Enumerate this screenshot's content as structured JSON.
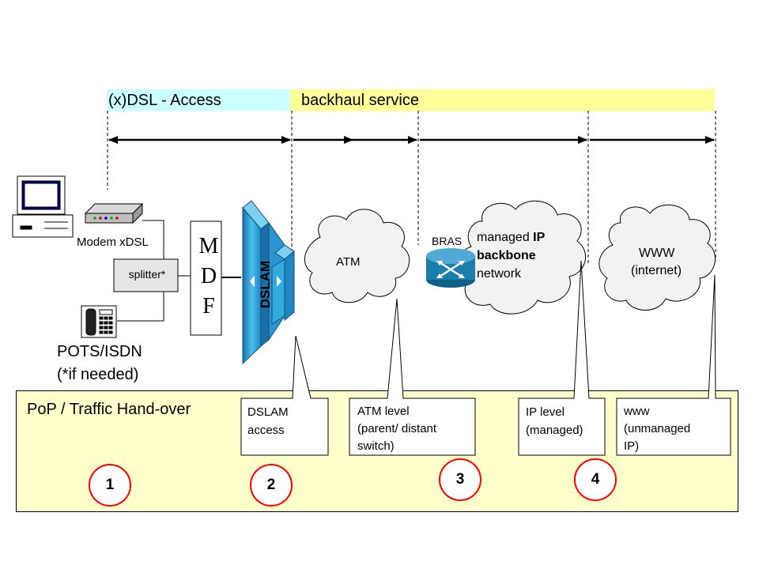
{
  "bands": {
    "access_label": "(x)DSL - Access",
    "backhaul_label": "backhaul service"
  },
  "devices": {
    "modem_label": "Modem xDSL",
    "splitter_label": "splitter*",
    "mdf_letters": [
      "M",
      "D",
      "F"
    ],
    "dslam_label": "DSLAM",
    "pots_label": "POTS/ISDN",
    "pots_note": "(*if needed)",
    "bras_label": "BRAS"
  },
  "clouds": {
    "atm_label": "ATM",
    "ip_label_line1_pre": "managed ",
    "ip_label_line1_bold": "IP",
    "ip_label_line2": "backbone",
    "ip_label_line3": "network",
    "www_label_line1": "WWW",
    "www_label_line2": "(internet)"
  },
  "pop": {
    "title": "PoP / Traffic Hand-over",
    "callouts": [
      {
        "lines": [
          "DSLAM",
          "access"
        ]
      },
      {
        "lines": [
          "ATM level",
          "(parent/ distant",
          "switch)"
        ]
      },
      {
        "lines": [
          "IP level",
          "(managed)"
        ]
      },
      {
        "lines": [
          "www",
          "(unmanaged",
          "IP)"
        ]
      }
    ],
    "numbers": [
      "1",
      "2",
      "3",
      "4"
    ]
  },
  "colors": {
    "access_band": "#ccffff",
    "backhaul_band": "#ffff99",
    "pop_box": "#ffffcc",
    "circle": "#ff0000",
    "dslam_blue": "#33aadd",
    "bras_blue": "#1b7fae"
  }
}
